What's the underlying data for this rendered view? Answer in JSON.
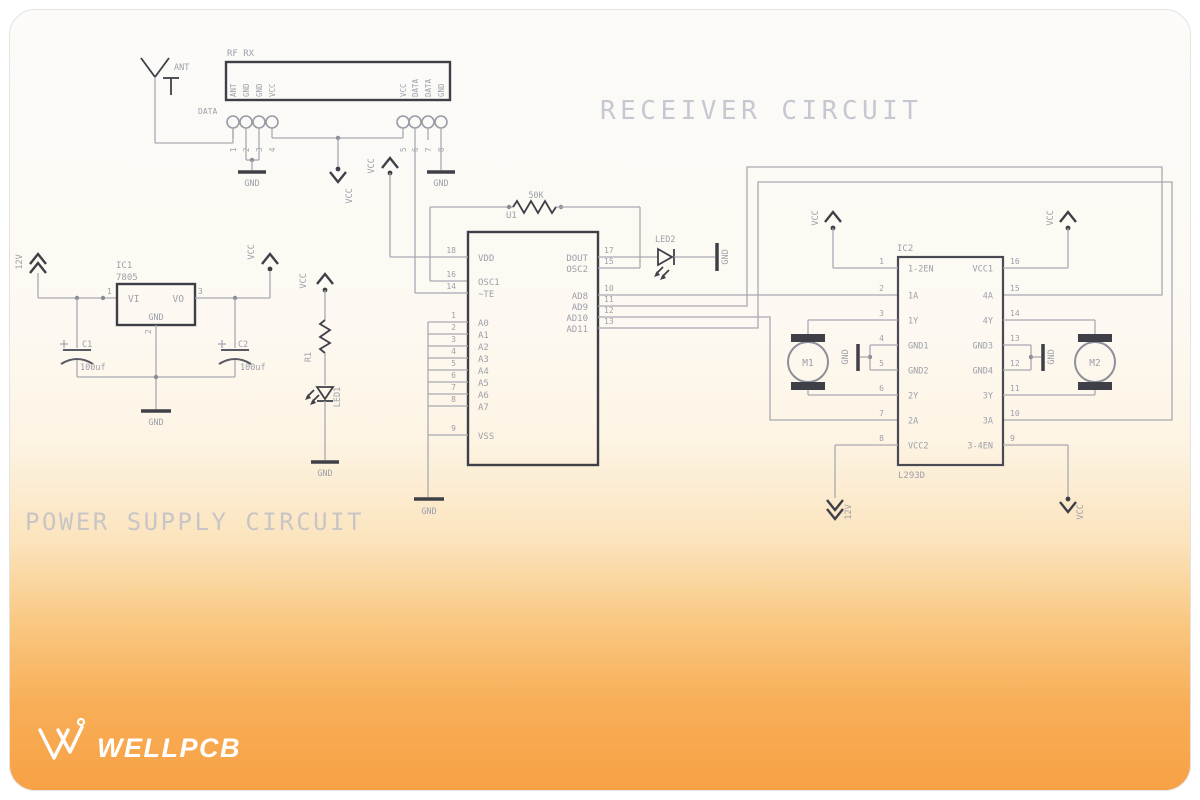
{
  "titles": {
    "receiver": "RECEIVER CIRCUIT",
    "power": "POWER SUPPLY CIRCUIT"
  },
  "brand": {
    "name": "WELLPCB"
  },
  "colors": {
    "accent_orange": "#f7a145",
    "wire_gray": "#a9a9b3",
    "component_dark": "#3f3f48",
    "label_gray": "#9da0ab",
    "title_gray": "#c7c7d1"
  },
  "nets": {
    "vcc": "VCC",
    "gnd": "GND",
    "v12": "12V",
    "data": "DATA"
  },
  "rf_module": {
    "ref": "RF RX",
    "ant": "ANT",
    "pins": [
      {
        "num": "1",
        "name": "ANT"
      },
      {
        "num": "2",
        "name": "GND"
      },
      {
        "num": "3",
        "name": "GND"
      },
      {
        "num": "4",
        "name": "VCC"
      },
      {
        "num": "5",
        "name": "VCC"
      },
      {
        "num": "6",
        "name": "DATA"
      },
      {
        "num": "7",
        "name": "DATA"
      },
      {
        "num": "8",
        "name": "GND"
      }
    ]
  },
  "power_supply": {
    "ref": "IC1",
    "part": "7805",
    "pin_in_num": "1",
    "pin_in": "VI",
    "pin_out_num": "3",
    "pin_out": "VO",
    "pin_gnd_num": "2",
    "pin_gnd": "GND",
    "c1_ref": "C1",
    "c1_val": "100uf",
    "c2_ref": "C2",
    "c2_val": "100uf"
  },
  "indicator": {
    "r_ref": "R1",
    "led_ref": "LED1"
  },
  "decoder": {
    "ref": "U1",
    "osc_res": "50K",
    "left_pins": [
      {
        "num": "18",
        "name": "VDD"
      },
      {
        "num": "16",
        "name": "OSC1"
      },
      {
        "num": "14",
        "name": "~TE"
      },
      {
        "num": "1",
        "name": "A0"
      },
      {
        "num": "2",
        "name": "A1"
      },
      {
        "num": "3",
        "name": "A2"
      },
      {
        "num": "4",
        "name": "A3"
      },
      {
        "num": "5",
        "name": "A4"
      },
      {
        "num": "6",
        "name": "A5"
      },
      {
        "num": "7",
        "name": "A6"
      },
      {
        "num": "8",
        "name": "A7"
      },
      {
        "num": "9",
        "name": "VSS"
      }
    ],
    "right_pins": [
      {
        "num": "17",
        "name": "DOUT"
      },
      {
        "num": "15",
        "name": "OSC2"
      },
      {
        "num": "10",
        "name": "AD8"
      },
      {
        "num": "11",
        "name": "AD9"
      },
      {
        "num": "12",
        "name": "AD10"
      },
      {
        "num": "13",
        "name": "AD11"
      }
    ]
  },
  "led2": {
    "ref": "LED2"
  },
  "driver": {
    "ref": "IC2",
    "part": "L293D",
    "m1": "M1",
    "m2": "M2",
    "left_pins": [
      {
        "num": "1",
        "name": "1-2EN"
      },
      {
        "num": "2",
        "name": "1A"
      },
      {
        "num": "3",
        "name": "1Y"
      },
      {
        "num": "4",
        "name": "GND1"
      },
      {
        "num": "5",
        "name": "GND2"
      },
      {
        "num": "6",
        "name": "2Y"
      },
      {
        "num": "7",
        "name": "2A"
      },
      {
        "num": "8",
        "name": "VCC2"
      }
    ],
    "right_pins": [
      {
        "num": "16",
        "name": "VCC1"
      },
      {
        "num": "15",
        "name": "4A"
      },
      {
        "num": "14",
        "name": "4Y"
      },
      {
        "num": "13",
        "name": "GND3"
      },
      {
        "num": "12",
        "name": "GND4"
      },
      {
        "num": "11",
        "name": "3Y"
      },
      {
        "num": "10",
        "name": "3A"
      },
      {
        "num": "9",
        "name": "3-4EN"
      }
    ]
  }
}
